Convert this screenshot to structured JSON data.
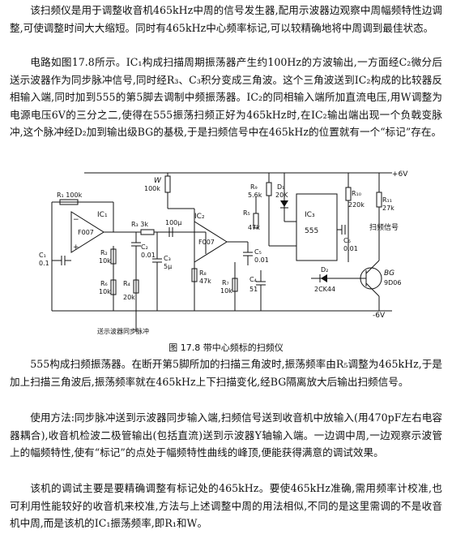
{
  "paragraphs": {
    "p1": "该扫频仪是用于调整收音机465kHz中周的信号发生器,配用示波器边观察中周幅频特性边调整,可使调整时间大大缩短。同时有465kHz中心频率标记,可以较精确地将中周调到最佳状态。",
    "p2": "电路如图17.8所示。IC₁构成扫描周期振荡器产生约100Hz的方波输出,一方面经C₂微分后送示波器作为同步脉冲信号,同时经R₃、C₃积分变成三角波。这个三角波送到IC₂构成的比较器反相输入端,同时加到555的第5脚去调制中频振荡器。IC₂的同相输入端所加直流电压,用W调整为电源电压6V的三分之二,使得在555振荡扫频正好为465kHz时,在IC₂输出端出现一个负戟变脉冲,这个脉冲经D₂加到输出级BG的基极,于是扫频信号中在465kHz的位置就有一个“标记”存在。",
    "p3": "555构成扫频振荡器。在断开第5脚所加的扫描三角波时,振荡频率由R₅调整为465kHz,于是加上扫描三角波后,振荡频率就在465kHz上下扫描变化,经BG隔离放大后输出扫频信号。",
    "p4": "使用方法:同步脉冲送到示波器同步输入端,扫频信号送到收音机中放输入(用470pF左右电容器耦合),收音机检波二极管输出(包括直流)送到示波器Y轴输入端。一边调中周,一边观察示波管上的幅频特性,使有“标记”的点处于幅频特性曲线的峰顶,便能获得满意的调试效果。",
    "p5": "该机的调试主要是要精确调整有标记处的465kHz。要使465kHz准确,需用频率计校准,也可利用性能较好的收音机来校准,方法与上述调整中周的用法相似,不同的是这里需调的不是收音机中周,而是该机的IC₁振荡频率,即R₁和W。"
  },
  "figure": {
    "caption": "图 17.8   带中心频标的扫频仪",
    "labels": {
      "vplus": "+6V",
      "vminus": "-6V",
      "r1": "R₁ 100k",
      "ic1": "IC₁",
      "f007a": "F007",
      "c1": "C₁",
      "c1v": "0.1",
      "r2": "R₂",
      "r2v": "10k",
      "r6": "R₆",
      "r6v": "10k",
      "r3": "R₃ 3k",
      "c2": "C₂",
      "c2v": "0.01",
      "c3": "C₃",
      "c3v": "5μ",
      "c100": "100μ",
      "r4": "R₄",
      "r4v": "20k",
      "w": "W",
      "wv": "100k",
      "ic2": "IC₂",
      "f007b": "F007",
      "r8": "R₈",
      "r8v": "47k",
      "c5": "C₅",
      "c5v": "0.01",
      "r7": "R₇",
      "r7v": "10k",
      "c4": "C₄",
      "c4v": "51",
      "r5": "R₅",
      "r5v": "47k",
      "r9": "R₉",
      "r9v": "5.6k",
      "d1": "D₁",
      "d1v": "20K",
      "ic3": "IC₃",
      "n555": "555",
      "r10": "R₁₀",
      "r10v": "220k",
      "r11": "R₁₁",
      "r11v": "27k",
      "c6": "C₆",
      "c6v": "0.01",
      "out": "扫频信号",
      "d2": "D₂",
      "d2v": "2CK44",
      "bg": "BG",
      "bgv": "9D06",
      "sync": "送示波器同步脉冲"
    }
  }
}
